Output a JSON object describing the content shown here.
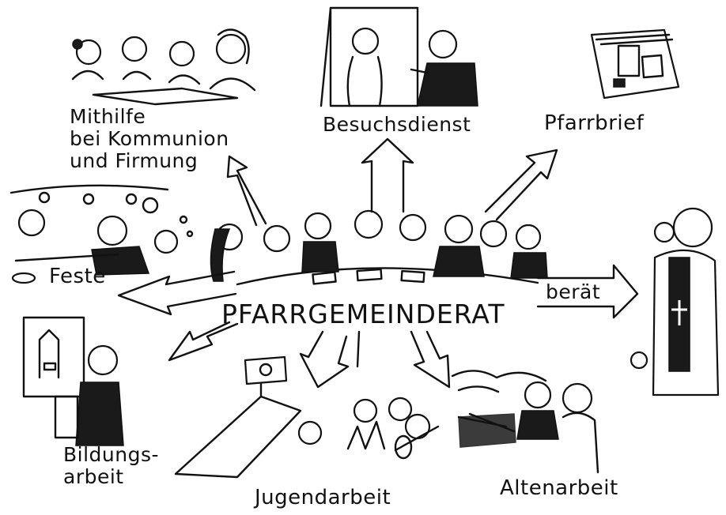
{
  "center_label": "PFARRGEMEINDERAT",
  "nodes": {
    "mithilfe": [
      "Mithilfe",
      "bei Kommunion",
      "und Firmung"
    ],
    "besuchsdienst": "Besuchsdienst",
    "pfarrbrief": "Pfarrbrief",
    "feste": "Feste",
    "beraet": "berät",
    "bildungsarbeit": [
      "Bildungs-",
      "arbeit"
    ],
    "jugendarbeit": "Jugendarbeit",
    "altenarbeit": "Altenarbeit"
  },
  "colors": {
    "ink": "#111111",
    "paper": "#ffffff",
    "robe": "#1a1a1a"
  },
  "icons": {
    "children_group": "children-group-icon",
    "home_visit": "home-visit-icon",
    "newsletter": "newsletter-stack-icon",
    "party": "party-scene-icon",
    "council_table": "council-table-icon",
    "priest": "priest-icon",
    "teacher": "teacher-icon",
    "campfire_tent": "campfire-tent-icon",
    "seniors": "seniors-table-icon"
  }
}
